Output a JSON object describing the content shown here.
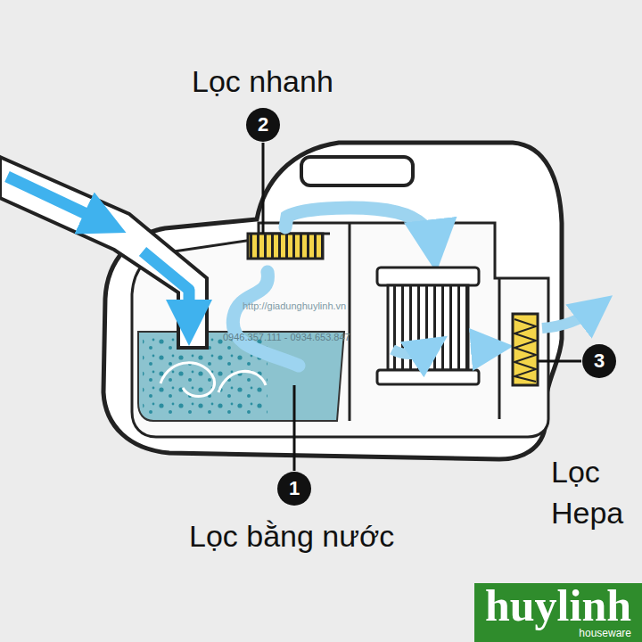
{
  "diagram": {
    "nodes": [
      {
        "text": [
          "2"
        ]
      },
      {
        "text": [
          "3"
        ]
      },
      {
        "text": [
          "1"
        ]
      },
      {
        "text": [
          "huylinh",
          "houseware"
        ]
      }
    ],
    "labels": [
      "Lọc nhanh",
      "Lọc bằng nước",
      "Lọc Hepa",
      "http://giadunghuylinh.vn",
      "0946.357.111 - 0934.653.847"
    ]
  }
}
